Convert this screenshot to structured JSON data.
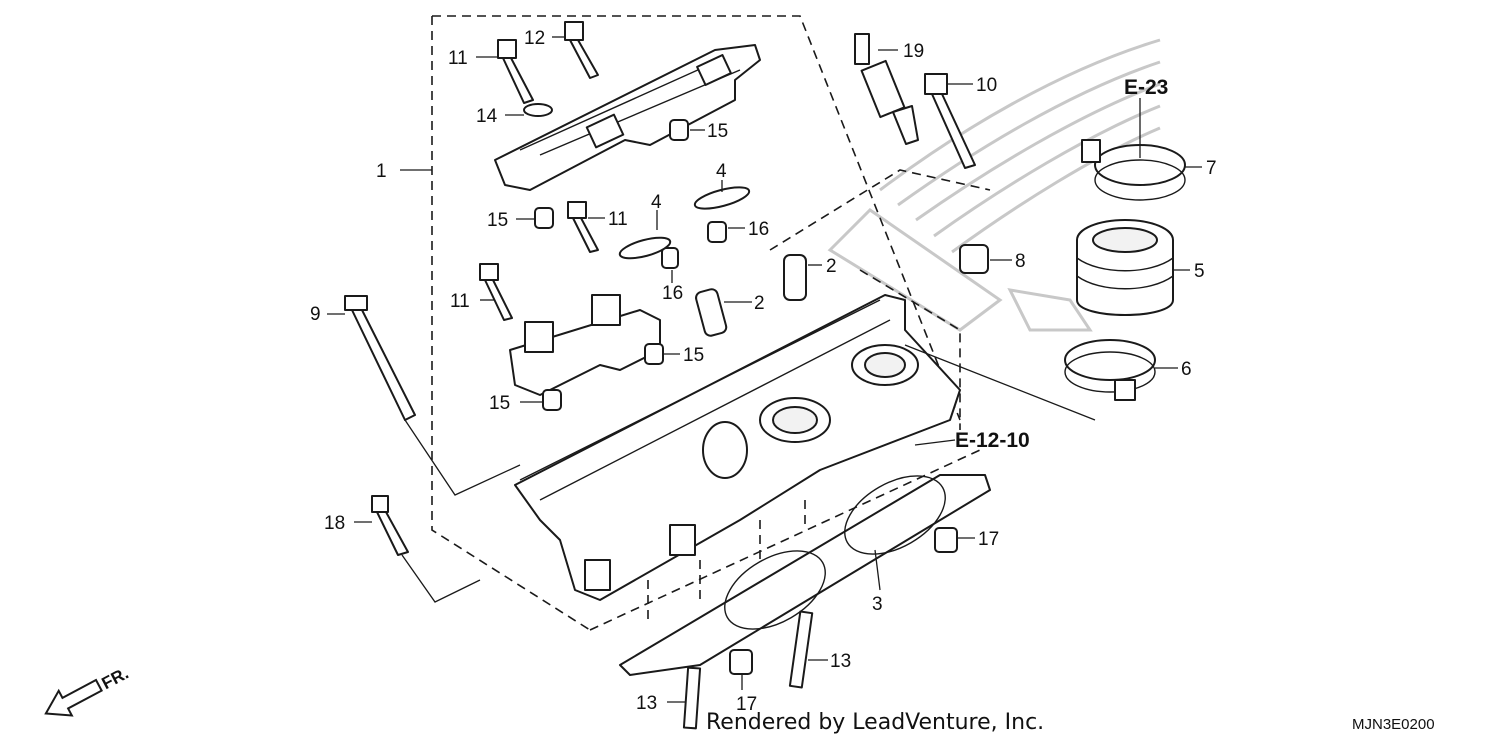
{
  "callouts": {
    "c1": "1",
    "c2a": "2",
    "c2b": "2",
    "c3": "3",
    "c4a": "4",
    "c4b": "4",
    "c5": "5",
    "c6": "6",
    "c7": "7",
    "c8": "8",
    "c9": "9",
    "c10": "10",
    "c11a": "11",
    "c11b": "11",
    "c11c": "11",
    "c12": "12",
    "c13a": "13",
    "c13b": "13",
    "c14": "14",
    "c15a": "15",
    "c15b": "15",
    "c15c": "15",
    "c15d": "15",
    "c16a": "16",
    "c16b": "16",
    "c17a": "17",
    "c17b": "17",
    "c18": "18",
    "c19": "19"
  },
  "references": {
    "e23": "E-23",
    "e1210": "E-12-10"
  },
  "front_marker": "FR.",
  "footer_text": "Rendered by LeadVenture, Inc.",
  "diagram_code": "MJN3E0200"
}
